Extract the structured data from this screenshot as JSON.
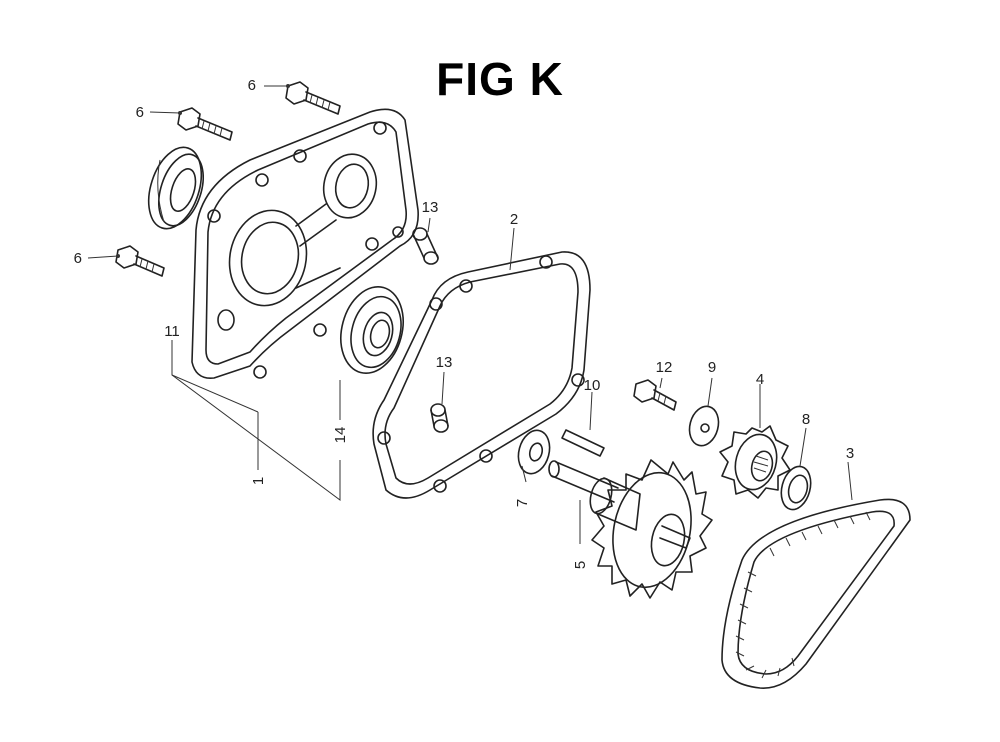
{
  "title": "FIG K",
  "callouts": [
    {
      "id": "c6a",
      "text": "6"
    },
    {
      "id": "c6b",
      "text": "6"
    },
    {
      "id": "c6c",
      "text": "6"
    },
    {
      "id": "c11",
      "text": "11"
    },
    {
      "id": "c1",
      "text": "1"
    },
    {
      "id": "c14",
      "text": "14"
    },
    {
      "id": "c13a",
      "text": "13"
    },
    {
      "id": "c13b",
      "text": "13"
    },
    {
      "id": "c2",
      "text": "2"
    },
    {
      "id": "c12",
      "text": "12"
    },
    {
      "id": "c9",
      "text": "9"
    },
    {
      "id": "c4",
      "text": "4"
    },
    {
      "id": "c10",
      "text": "10"
    },
    {
      "id": "c8",
      "text": "8"
    },
    {
      "id": "c3",
      "text": "3"
    },
    {
      "id": "c7",
      "text": "7"
    },
    {
      "id": "c5",
      "text": "5"
    }
  ]
}
